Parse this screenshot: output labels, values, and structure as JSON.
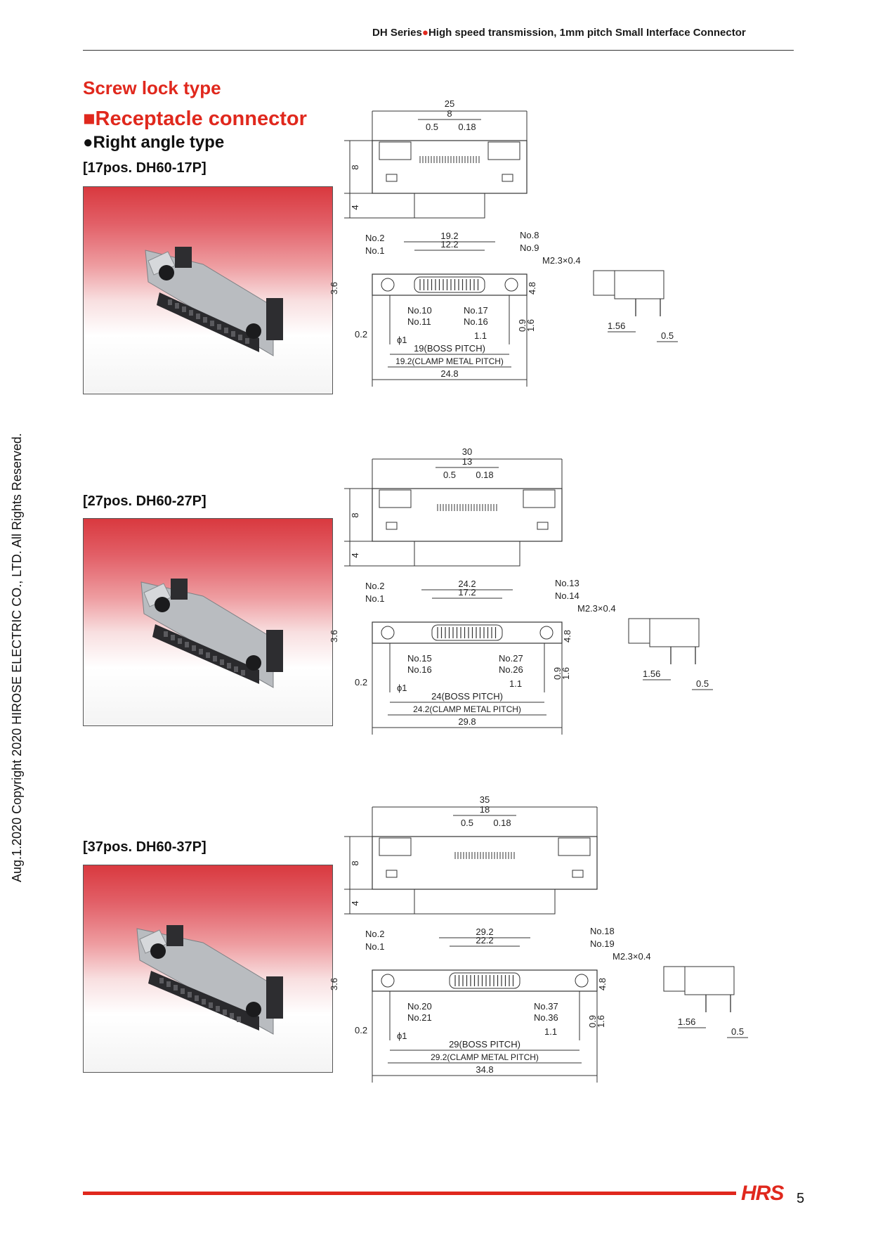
{
  "header": {
    "series": "DH Series",
    "title": "High speed transmission, 1mm pitch Small Interface Connector"
  },
  "section_title": "Screw lock type",
  "subsection_title": "■Receptacle connector",
  "type_title": "●Right angle type",
  "copyright": "Aug.1.2020 Copyright 2020 HIROSE ELECTRIC CO., LTD. All Rights Reserved.",
  "colors": {
    "brand_red": "#e0281d"
  },
  "products": [
    {
      "model": "[17pos. DH60-17P]",
      "top": {
        "overall": "25",
        "inner": "8",
        "pitch_a": "0.5",
        "pitch_b": "0.18",
        "height": "8",
        "depth": "4"
      },
      "front": {
        "outer": "19.2",
        "inner": "12.2",
        "pin_tl": "No.2",
        "pin_tl2": "No.1",
        "pin_tr": "No.8",
        "pin_tr2": "No.9",
        "pin_bl": "No.10",
        "pin_bl2": "No.11",
        "pin_br": "No.17",
        "pin_br2": "No.16",
        "screw": "M2.3×0.4",
        "height_left": "3.6",
        "height_right": "4.8",
        "v1": "0.9",
        "v2": "1.6",
        "lead": "0.2",
        "hole": "ϕ1",
        "offset": "1.1",
        "boss_pitch": "19(BOSS PITCH)",
        "clamp_pitch": "19.2(CLAMP METAL PITCH)",
        "total": "24.8"
      },
      "side": {
        "dim1": "1.56",
        "dim2": "0.5"
      }
    },
    {
      "model": "[27pos. DH60-27P]",
      "top": {
        "overall": "30",
        "inner": "13",
        "pitch_a": "0.5",
        "pitch_b": "0.18",
        "height": "8",
        "depth": "4"
      },
      "front": {
        "outer": "24.2",
        "inner": "17.2",
        "pin_tl": "No.2",
        "pin_tl2": "No.1",
        "pin_tr": "No.13",
        "pin_tr2": "No.14",
        "pin_bl": "No.15",
        "pin_bl2": "No.16",
        "pin_br": "No.27",
        "pin_br2": "No.26",
        "screw": "M2.3×0.4",
        "height_left": "3.6",
        "height_right": "4.8",
        "v1": "0.9",
        "v2": "1.6",
        "lead": "0.2",
        "hole": "ϕ1",
        "offset": "1.1",
        "boss_pitch": "24(BOSS PITCH)",
        "clamp_pitch": "24.2(CLAMP METAL PITCH)",
        "total": "29.8"
      },
      "side": {
        "dim1": "1.56",
        "dim2": "0.5"
      }
    },
    {
      "model": "[37pos. DH60-37P]",
      "top": {
        "overall": "35",
        "inner": "18",
        "pitch_a": "0.5",
        "pitch_b": "0.18",
        "height": "8",
        "depth": "4"
      },
      "front": {
        "outer": "29.2",
        "inner": "22.2",
        "pin_tl": "No.2",
        "pin_tl2": "No.1",
        "pin_tr": "No.18",
        "pin_tr2": "No.19",
        "pin_bl": "No.20",
        "pin_bl2": "No.21",
        "pin_br": "No.37",
        "pin_br2": "No.36",
        "screw": "M2.3×0.4",
        "height_left": "3.6",
        "height_right": "4.8",
        "v1": "0.9",
        "v2": "1.6",
        "lead": "0.2",
        "hole": "ϕ1",
        "offset": "1.1",
        "boss_pitch": "29(BOSS PITCH)",
        "clamp_pitch": "29.2(CLAMP METAL PITCH)",
        "total": "34.8"
      },
      "side": {
        "dim1": "1.56",
        "dim2": "0.5"
      }
    }
  ],
  "footer": {
    "logo": "HRS",
    "page_number": "5"
  }
}
